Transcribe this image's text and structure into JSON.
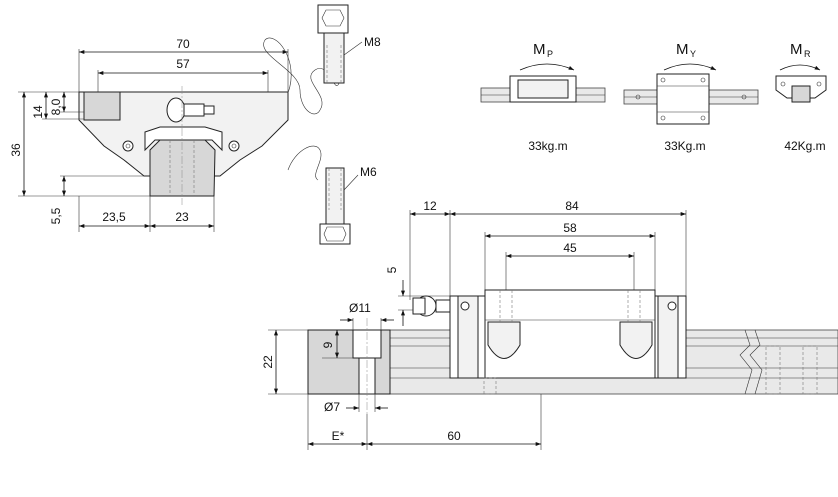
{
  "front_view": {
    "dim_width_block": "70",
    "dim_hole_spacing": "57",
    "dim_height_total": "36",
    "dim_height_block": "14",
    "dim_height_top": "8,0",
    "dim_bottom": "5,5",
    "dim_left_offset": "23,5",
    "dim_rail_width": "23"
  },
  "screws": {
    "top_label": "M8",
    "bottom_label": "M6"
  },
  "moments": {
    "mp_main": "M",
    "mp_sub": "P",
    "mp_value": "33kg.m",
    "my_main": "M",
    "my_sub": "Y",
    "my_value": "33Kg.m",
    "mr_main": "M",
    "mr_sub": "R",
    "mr_value": "42Kg.m"
  },
  "side_view": {
    "dim_offset": "12",
    "dim_length": "84",
    "dim_inner": "58",
    "dim_holes": "45",
    "dim_nipple_height": "5",
    "dim_counterbore": "Ø11",
    "dim_cb_depth": "9",
    "dim_rail_height": "22",
    "dim_hole": "Ø7",
    "dim_e": "E*",
    "dim_pitch": "60"
  }
}
